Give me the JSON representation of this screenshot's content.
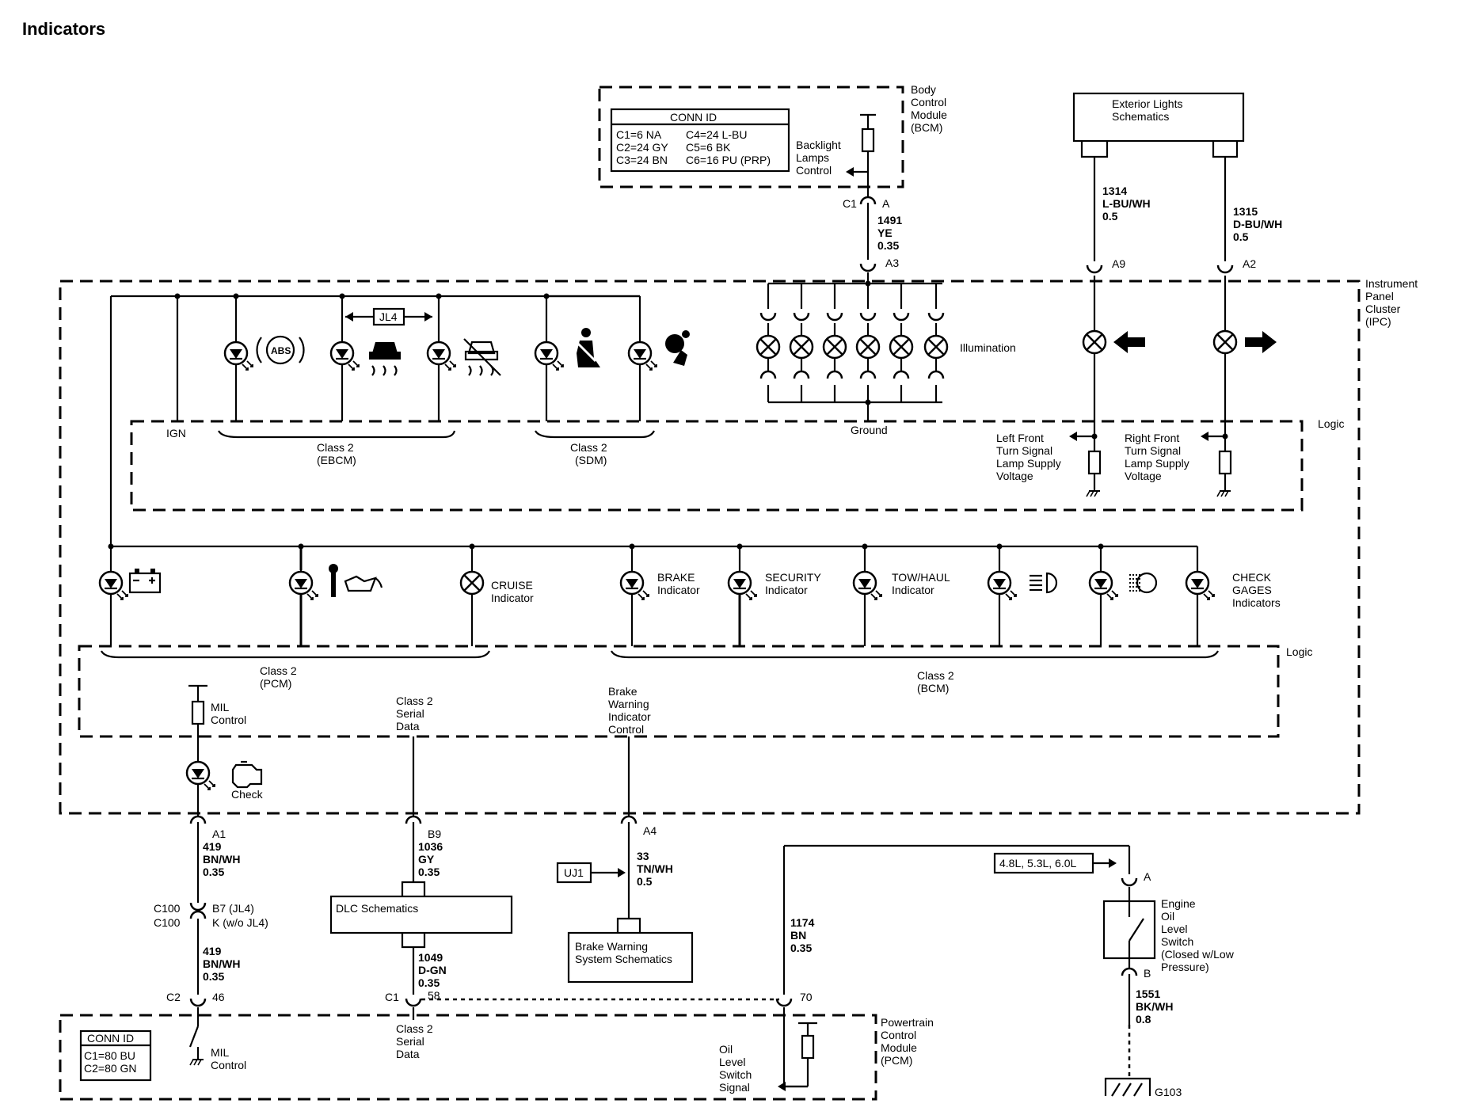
{
  "title": "Indicators",
  "bcm": {
    "name": [
      "Body",
      "Control",
      "Module",
      "(BCM)"
    ],
    "conn_title": "CONN ID",
    "conn_rows": [
      [
        "C1=6 NA",
        "C4=24 L-BU"
      ],
      [
        "C2=24 GY",
        "C5=6 BK"
      ],
      [
        "C3=24 BN",
        "C6=16 PU (PRP)"
      ]
    ],
    "backlight": [
      "Backlight",
      "Lamps",
      "Control"
    ],
    "conn_c1": "C1",
    "pin_a": "A",
    "wire_1491": [
      "1491",
      "YE",
      "0.35"
    ],
    "pin_a3": "A3"
  },
  "exterior": {
    "box": [
      "Exterior Lights",
      "Schematics"
    ],
    "wire_1314": [
      "1314",
      "L-BU/WH",
      "0.5"
    ],
    "wire_1315": [
      "1315",
      "D-BU/WH",
      "0.5"
    ],
    "pin_a9": "A9",
    "pin_a2": "A2"
  },
  "ipc": {
    "name": [
      "Instrument",
      "Panel",
      "Cluster",
      "(IPC)"
    ],
    "jl4": "JL4",
    "abs": "ABS",
    "illumination": "Illumination",
    "ground": "Ground",
    "ign": "IGN",
    "class2_ebcm": [
      "Class 2",
      "(EBCM)"
    ],
    "class2_sdm": [
      "Class 2",
      "(SDM)"
    ],
    "logic1": "Logic",
    "logic2": "Logic",
    "left_turn": [
      "Left Front",
      "Turn Signal",
      "Lamp Supply",
      "Voltage"
    ],
    "right_turn": [
      "Right Front",
      "Turn Signal",
      "Lamp Supply",
      "Voltage"
    ],
    "cruise": [
      "CRUISE",
      "Indicator"
    ],
    "brake": [
      "BRAKE",
      "Indicator"
    ],
    "security": [
      "SECURITY",
      "Indicator"
    ],
    "towhaul": [
      "TOW/HAUL",
      "Indicator"
    ],
    "check_gages": [
      "CHECK",
      "GAGES",
      "Indicators"
    ],
    "class2_pcm": [
      "Class 2",
      "(PCM)"
    ],
    "class2_bcm": [
      "Class 2",
      "(BCM)"
    ],
    "mil_control": [
      "MIL",
      "Control"
    ],
    "class2_serial": [
      "Class 2",
      "Serial",
      "Data"
    ],
    "brake_warning_ctrl": [
      "Brake",
      "Warning",
      "Indicator",
      "Control"
    ],
    "check": "Check"
  },
  "lower": {
    "pin_a1": "A1",
    "wire_419a": [
      "419",
      "BN/WH",
      "0.35"
    ],
    "c100a": "C100",
    "c100b": "C100",
    "b7": "B7 (JL4)",
    "k": "K (w/o JL4)",
    "wire_419b": [
      "419",
      "BN/WH",
      "0.35"
    ],
    "c2": "C2",
    "pin_46": "46",
    "pin_b9": "B9",
    "wire_1036": [
      "1036",
      "GY",
      "0.35"
    ],
    "dlc": "DLC Schematics",
    "wire_1049": [
      "1049",
      "D-GN",
      "0.35"
    ],
    "c1": "C1",
    "pin_58": "58",
    "pin_a4": "A4",
    "wire_33": [
      "33",
      "TN/WH",
      "0.5"
    ],
    "uj1": "UJ1",
    "brake_warning_sys": [
      "Brake Warning",
      "System Schematics"
    ],
    "wire_1174": [
      "1174",
      "BN",
      "0.35"
    ],
    "pin_70": "70",
    "engine_variants": "4.8L, 5.3L, 6.0L",
    "pin_a_sw": "A",
    "pin_b_sw": "B",
    "oil_switch": [
      "Engine",
      "Oil",
      "Level",
      "Switch",
      "(Closed w/Low",
      "Pressure)"
    ],
    "wire_1551": [
      "1551",
      "BK/WH",
      "0.8"
    ],
    "g103": "G103"
  },
  "pcm": {
    "name": [
      "Powertrain",
      "Control",
      "Module",
      "(PCM)"
    ],
    "conn_title": "CONN ID",
    "conn_rows": [
      "C1=80 BU",
      "C2=80 GN"
    ],
    "mil_control": [
      "MIL",
      "Control"
    ],
    "class2_serial": [
      "Class 2",
      "Serial",
      "Data"
    ],
    "oil_signal": [
      "Oil",
      "Level",
      "Switch",
      "Signal"
    ]
  }
}
